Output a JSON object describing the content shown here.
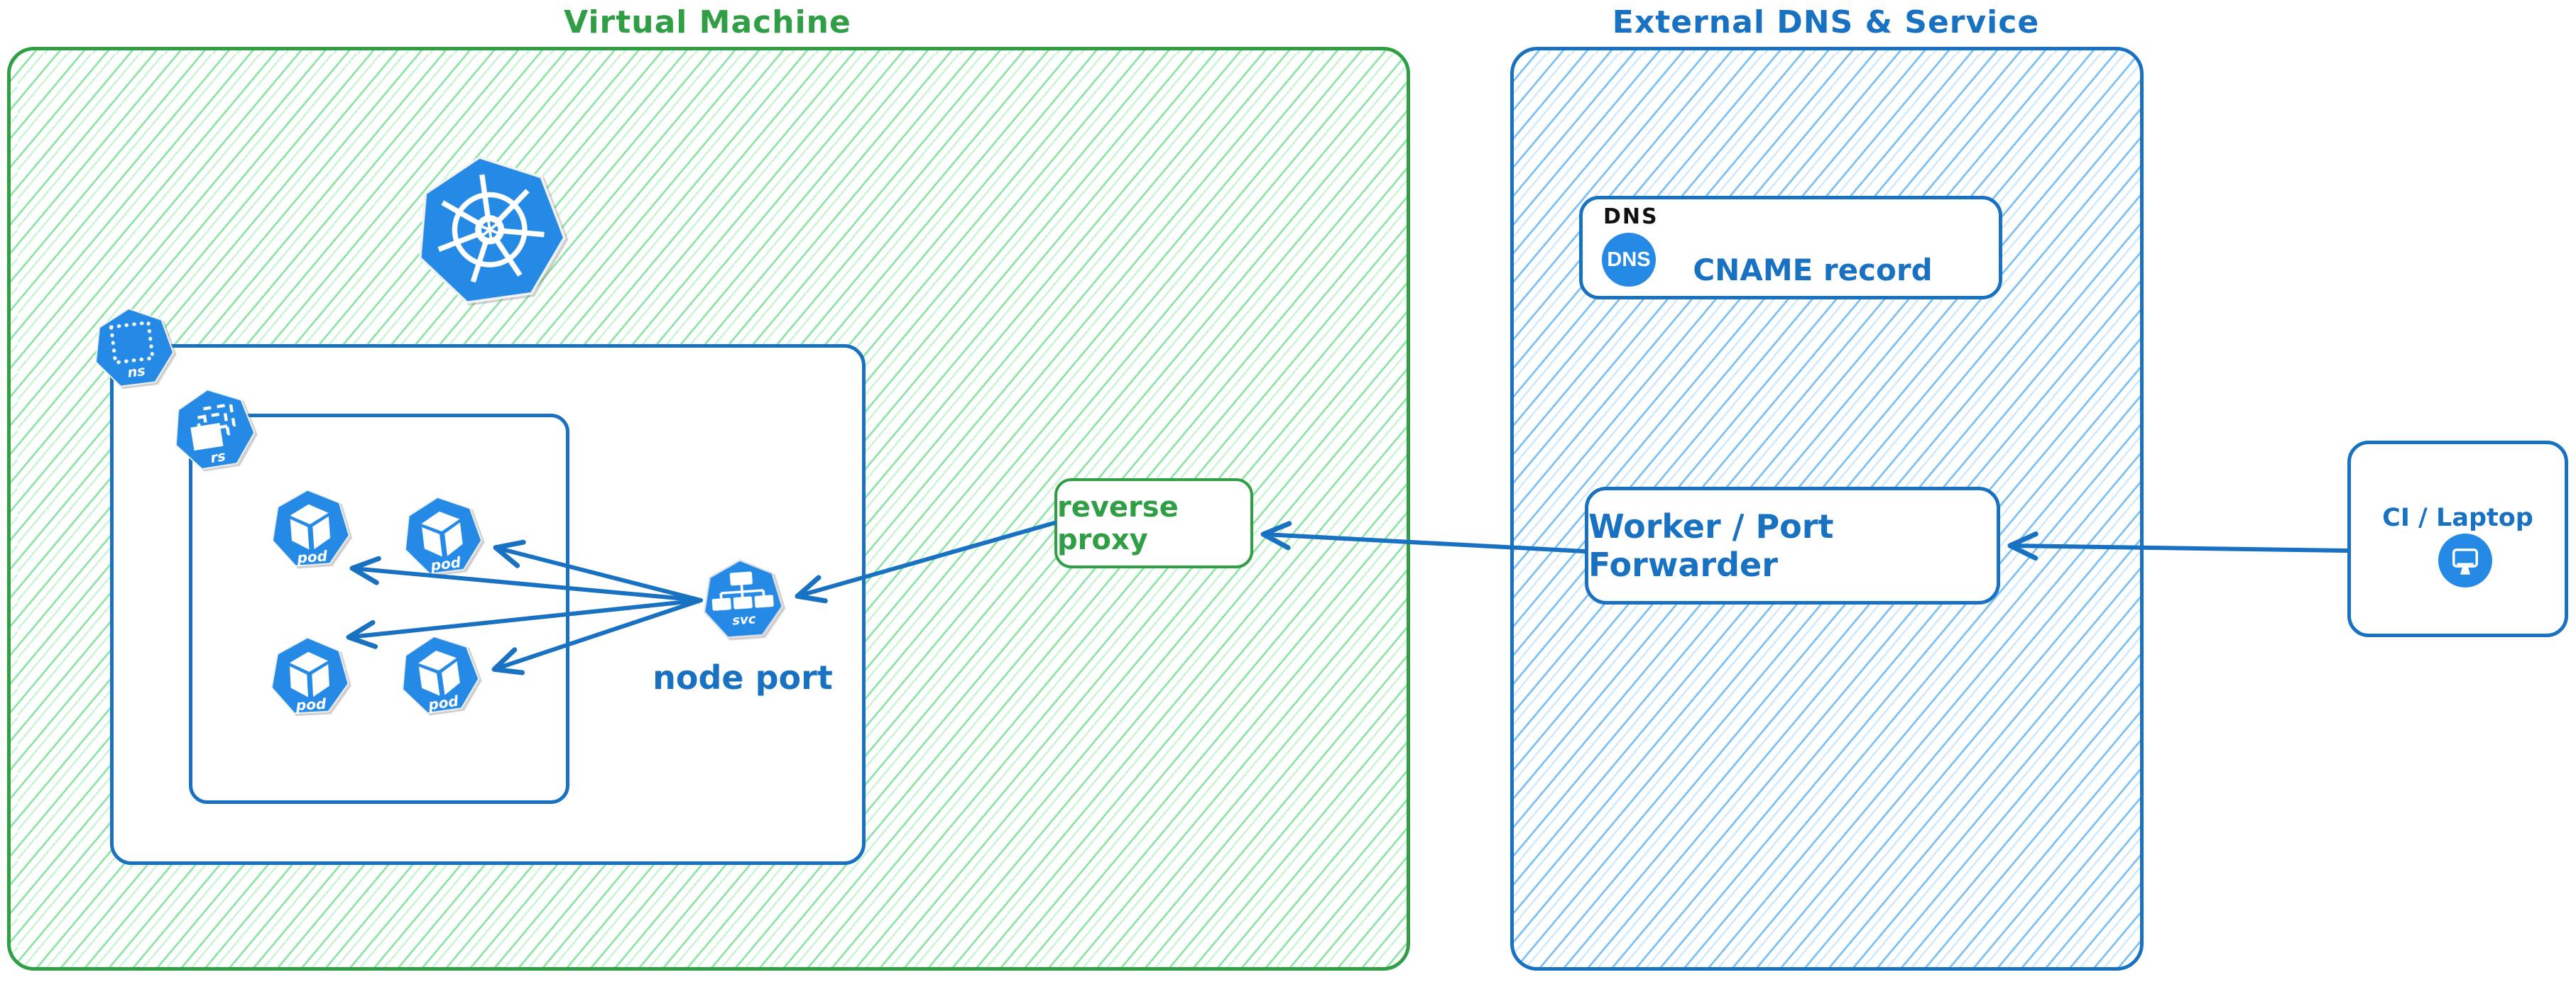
{
  "diagram": {
    "vm_group": {
      "title": "Virtual Machine"
    },
    "external_group": {
      "title": "External DNS & Service"
    },
    "labels": {
      "ns": "ns",
      "rs": "rs",
      "pod": "pod",
      "svc": "svc",
      "node_port": "node port",
      "reverse_proxy": "reverse proxy",
      "dns_header": "DNS",
      "dns_badge": "DNS",
      "cname": "CNAME record",
      "worker": "Worker / Port Forwarder",
      "ci": "CI / Laptop"
    },
    "colors": {
      "green_stroke": "#2f9e44",
      "green_hatch": "#8fe5a5",
      "blue_stroke": "#1971c2",
      "blue_hatch": "#7cc2f8",
      "icon_blue": "#2589e6",
      "dns_header_black": "#111111"
    },
    "edges": [
      {
        "from": "ci-laptop",
        "to": "worker-port-forwarder"
      },
      {
        "from": "worker-port-forwarder",
        "to": "reverse-proxy"
      },
      {
        "from": "reverse-proxy",
        "to": "node-port-service"
      },
      {
        "from": "node-port-service",
        "to": "pod-1"
      },
      {
        "from": "node-port-service",
        "to": "pod-2"
      },
      {
        "from": "node-port-service",
        "to": "pod-3"
      },
      {
        "from": "node-port-service",
        "to": "pod-4"
      }
    ]
  }
}
